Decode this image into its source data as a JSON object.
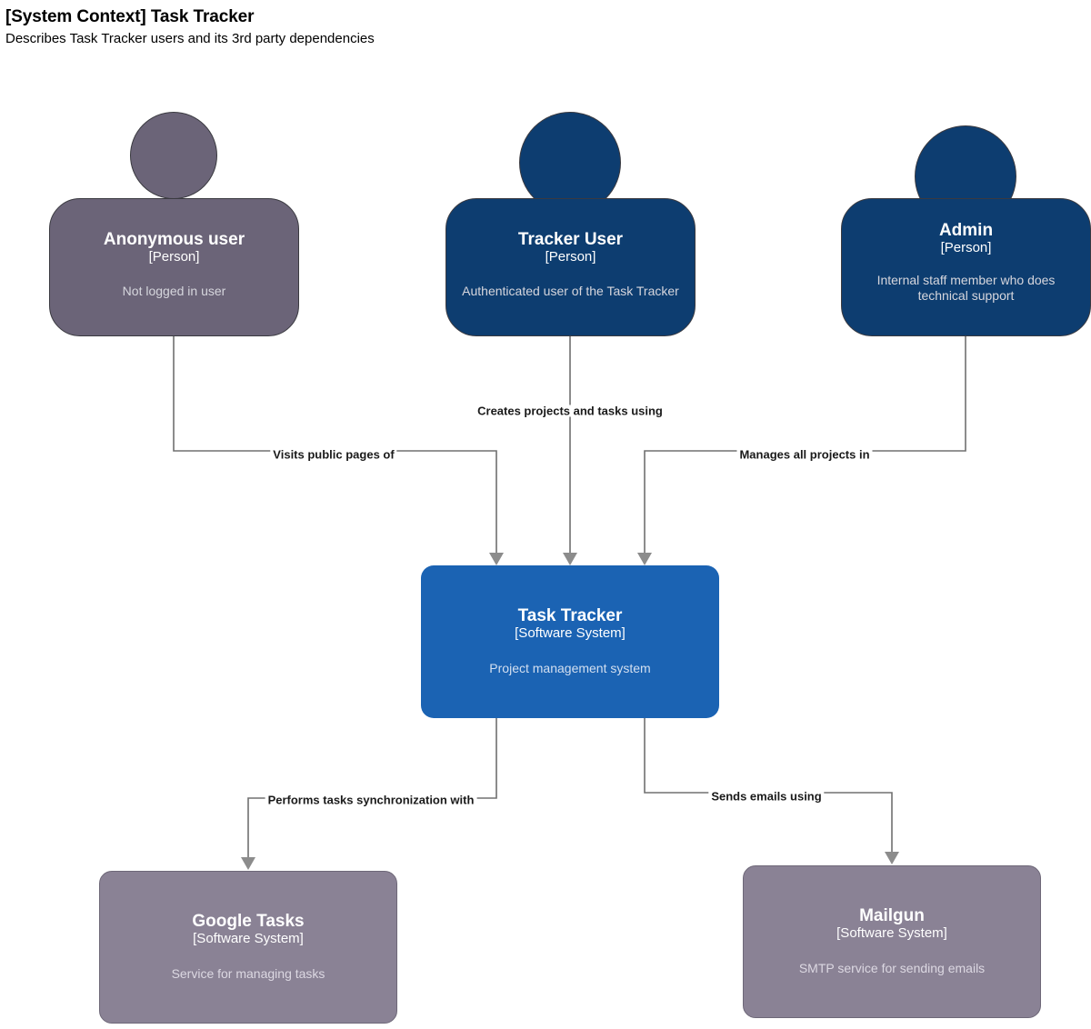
{
  "header": {
    "title": "[System Context] Task Tracker",
    "subtitle": "Describes Task Tracker users and its 3rd party dependencies"
  },
  "colors": {
    "person_external": "#6B6478",
    "person_internal": "#0D3D70",
    "system_focus": "#1B63B3",
    "system_external": "#8A8295",
    "edge": "#707070",
    "arrow_head": "#8C8C8C",
    "shape_border": "#3A3A40",
    "canvas": "#FFFFFF",
    "title_text": "#000000",
    "node_text": "#FFFFFF",
    "node_desc_text": "#D6D6DD",
    "edge_label_text": "#1A1A1A"
  },
  "nodes": [
    {
      "id": "anonymous-user",
      "name": "Anonymous user",
      "type": "[Person]",
      "description": "Not logged in user",
      "shape": "person",
      "color": "#6B6478"
    },
    {
      "id": "tracker-user",
      "name": "Tracker User",
      "type": "[Person]",
      "description": "Authenticated user of the Task Tracker",
      "shape": "person",
      "color": "#0D3D70"
    },
    {
      "id": "admin",
      "name": "Admin",
      "type": "[Person]",
      "description": "Internal staff member who does technical support",
      "shape": "person",
      "color": "#0D3D70"
    },
    {
      "id": "task-tracker",
      "name": "Task Tracker",
      "type": "[Software System]",
      "description": "Project management system",
      "shape": "box",
      "color": "#1B63B3"
    },
    {
      "id": "google-tasks",
      "name": "Google Tasks",
      "type": "[Software System]",
      "description": "Service for managing tasks",
      "shape": "box",
      "color": "#8A8295"
    },
    {
      "id": "mailgun",
      "name": "Mailgun",
      "type": "[Software System]",
      "description": "SMTP service for sending emails",
      "shape": "box",
      "color": "#8A8295"
    }
  ],
  "edges": [
    {
      "id": "edge-anonymous-to-tracker",
      "from": "anonymous-user",
      "to": "task-tracker",
      "label": "Visits public pages of"
    },
    {
      "id": "edge-trackeruser-to-tracker",
      "from": "tracker-user",
      "to": "task-tracker",
      "label": "Creates projects and tasks using"
    },
    {
      "id": "edge-admin-to-tracker",
      "from": "admin",
      "to": "task-tracker",
      "label": "Manages all projects in"
    },
    {
      "id": "edge-tracker-to-googletasks",
      "from": "task-tracker",
      "to": "google-tasks",
      "label": "Performs tasks synchronization with"
    },
    {
      "id": "edge-tracker-to-mailgun",
      "from": "task-tracker",
      "to": "mailgun",
      "label": "Sends emails using"
    }
  ]
}
